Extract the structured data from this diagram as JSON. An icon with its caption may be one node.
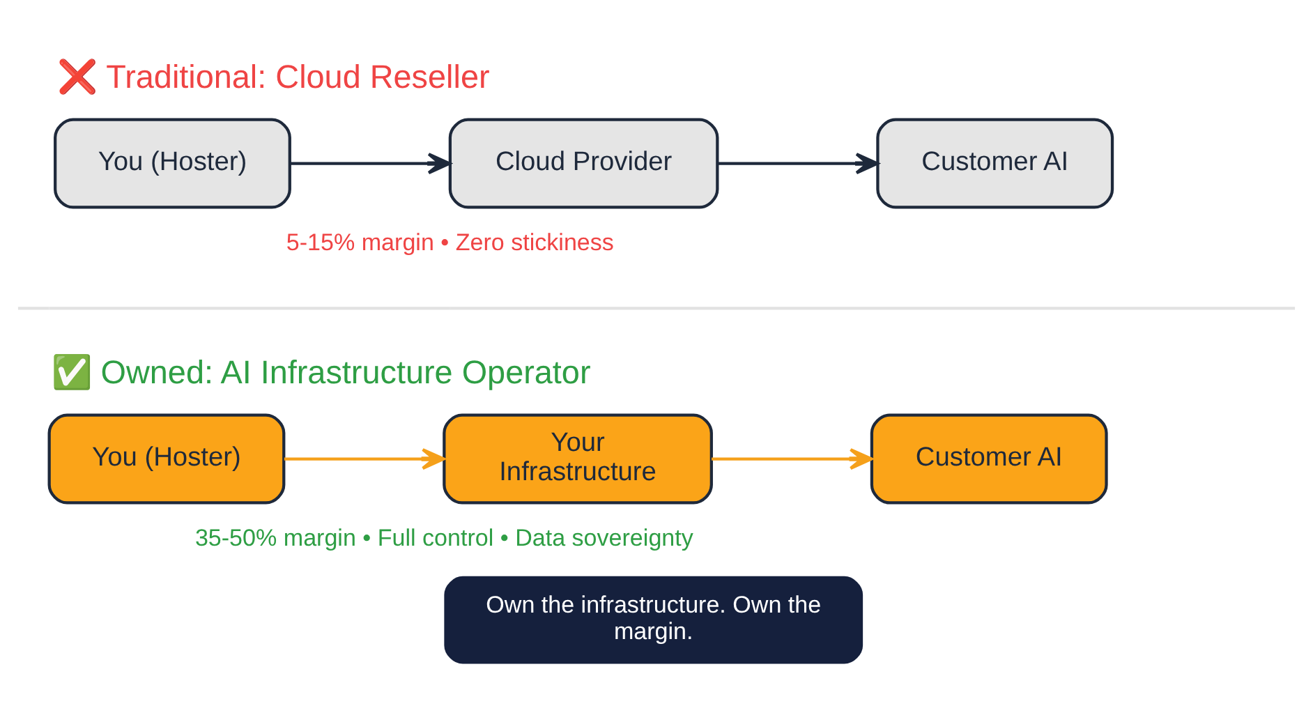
{
  "diagram": {
    "nodes": [
      {
        "text": [
          "You (Hoster)"
        ]
      },
      {
        "text": [
          "Cloud Provider"
        ]
      },
      {
        "text": [
          "Customer AI"
        ]
      },
      {
        "text": [
          "You (Hoster)"
        ]
      },
      {
        "text": [
          "Your Infrastructure"
        ]
      },
      {
        "text": [
          "Customer AI"
        ]
      },
      {
        "text": [
          "Own the infrastructure. Own the margin."
        ]
      }
    ],
    "edges": [
      {
        "from": 0,
        "to": 1,
        "arrow": "to",
        "color": "#1e293b"
      },
      {
        "from": 1,
        "to": 2,
        "arrow": "to",
        "color": "#1e293b"
      },
      {
        "from": 3,
        "to": 4,
        "arrow": "to",
        "color": "#f5a01a"
      },
      {
        "from": 4,
        "to": 5,
        "arrow": "to",
        "color": "#f5a01a"
      }
    ],
    "labels": [
      "❌ Traditional: Cloud Reseller",
      "5-15% margin • Zero stickiness",
      "✅ Owned: AI Infrastructure Operator",
      "35-50% margin • Full control • Data sovereignty"
    ]
  }
}
